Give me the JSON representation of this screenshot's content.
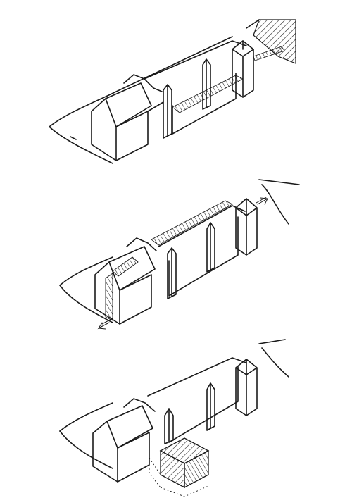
{
  "sheet": {
    "description_visible_text": "",
    "ink_color": "#1a1a1a",
    "paper_color": "#ffffff"
  },
  "panels": [
    {
      "id": "panel-1-existing",
      "features": [
        "gable-house",
        "courtyard-wall",
        "obelisk-pillars",
        "gate-tower",
        "hatched-passage",
        "neighbor-building-hatched"
      ]
    },
    {
      "id": "panel-2-widening",
      "features": [
        "gable-house",
        "courtyard-wall",
        "obelisk-pillars",
        "gate-tower",
        "hatched-side-strips",
        "arrow-left",
        "arrow-right"
      ]
    },
    {
      "id": "panel-3-new-volume",
      "features": [
        "gable-house",
        "courtyard-wall",
        "obelisk-pillars",
        "gate-tower",
        "hatched-new-box",
        "dashed-footprint"
      ]
    }
  ],
  "icons": {
    "arrow_left": "arrow-left-icon",
    "arrow_right": "arrow-right-icon"
  }
}
